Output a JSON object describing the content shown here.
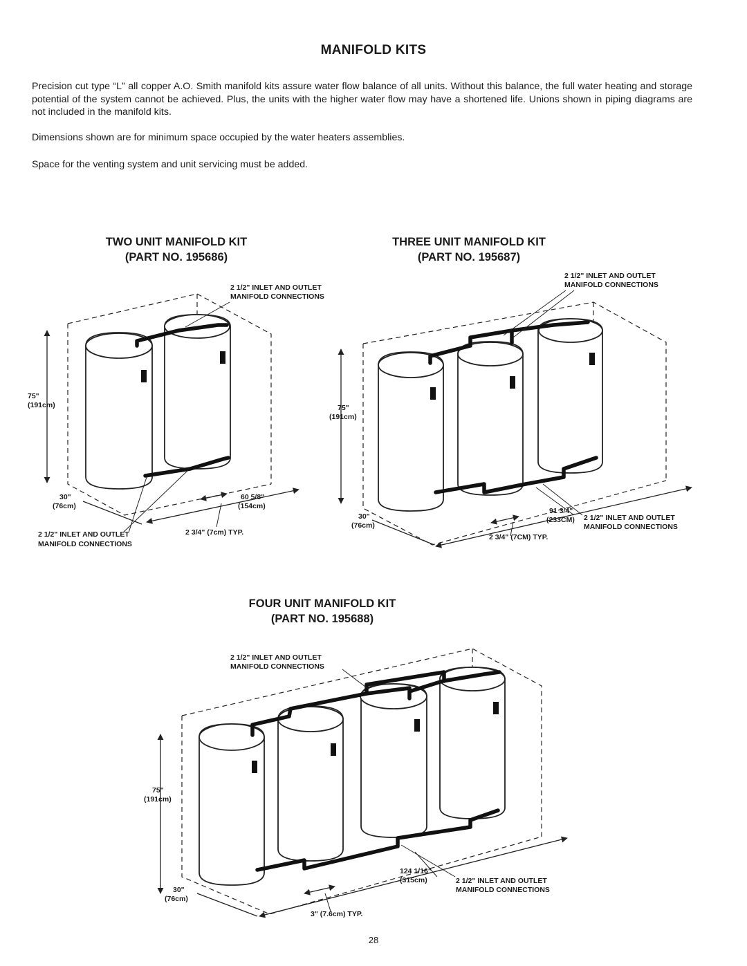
{
  "page": {
    "title": "MANIFOLD KITS",
    "paragraphs": [
      "Precision cut type “L” all copper A.O. Smith manifold kits assure water flow balance of all units. Without this balance, the full water heating and storage potential of the system cannot be achieved. Plus, the units with the higher water flow may have a shortened life. Unions shown in piping diagrams are not included in the manifold kits.",
      "Dimensions shown are for minimum space occupied by the water heaters assemblies.",
      "Space for the venting system and unit servicing must be added."
    ],
    "page_number": "28"
  },
  "two_unit": {
    "title": "TWO UNIT MANIFOLD KIT",
    "part": "(PART NO. 195686)",
    "conn_top_1": "2 1/2\" INLET AND OUTLET",
    "conn_top_2": "MANIFOLD CONNECTIONS",
    "height_in": "75\"",
    "height_cm": "(191cm)",
    "depth_in": "30\"",
    "depth_cm": "(76cm)",
    "width_in": "60 5/8\"",
    "width_cm": "(154cm)",
    "gap": "2 3/4\" (7cm) TYP.",
    "conn_bottom_1": "2 1/2\" INLET AND OUTLET",
    "conn_bottom_2": "MANIFOLD CONNECTIONS"
  },
  "three_unit": {
    "title": "THREE UNIT MANIFOLD KIT",
    "part": "(PART NO. 195687)",
    "conn_top_1": "2 1/2\" INLET AND OUTLET",
    "conn_top_2": "MANIFOLD CONNECTIONS",
    "height_in": "75\"",
    "height_cm": "(191cm)",
    "depth_in": "30\"",
    "depth_cm": "(76cm)",
    "width_in": "91 3/4\"",
    "width_cm": "(233CM)",
    "gap": "2 3/4\" (7CM) TYP.",
    "conn_bottom_1": "2 1/2\" INLET AND OUTLET",
    "conn_bottom_2": "MANIFOLD CONNECTIONS"
  },
  "four_unit": {
    "title": "FOUR UNIT MANIFOLD KIT",
    "part": "(PART NO. 195688)",
    "conn_top_1": "2 1/2\" INLET AND OUTLET",
    "conn_top_2": "MANIFOLD CONNECTIONS",
    "height_in": "75\"",
    "height_cm": "(191cm)",
    "depth_in": "30\"",
    "depth_cm": "(76cm)",
    "width_in": "124 1/16\"",
    "width_cm": "(315cm)",
    "gap": "3\" (7.6cm) TYP.",
    "conn_bottom_1": "2 1/2\" INLET AND OUTLET",
    "conn_bottom_2": "MANIFOLD CONNECTIONS"
  }
}
